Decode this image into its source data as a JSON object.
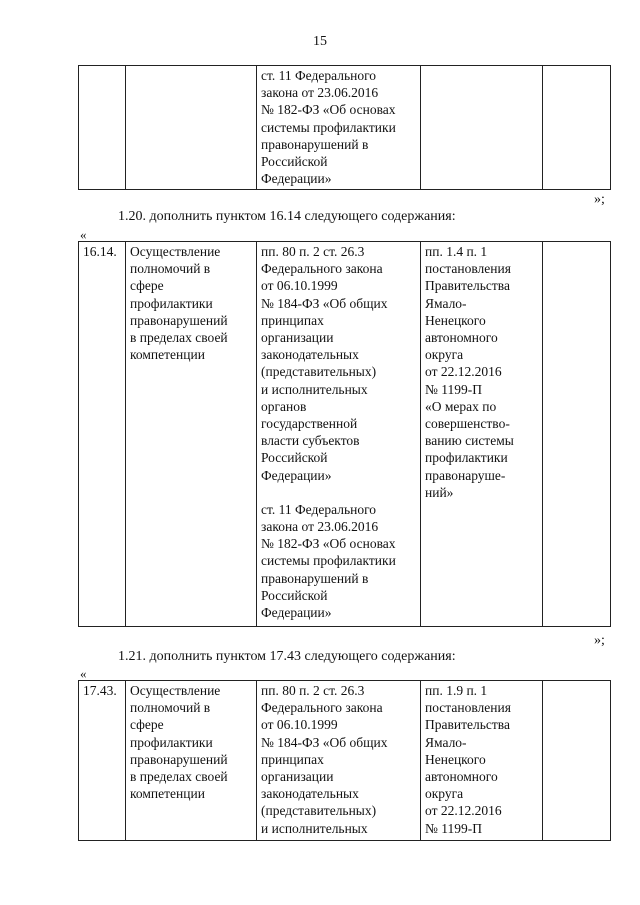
{
  "page_number": "15",
  "table_top": {
    "col3": "ст. 11 Федерального\nзакона от 23.06.2016\n№ 182-ФЗ «Об основах\nсистемы профилактики\nправонарушений в\nРоссийской\nФедерации»"
  },
  "close_quote_1": "»;",
  "amendment_1": "1.20. дополнить пунктом 16.14 следующего содержания:",
  "open_quote_1": "«",
  "row_16_14": {
    "number": "16.14.",
    "activity": "Осуществление\nполномочий в\nсфере\nпрофилактики\nправонарушений\nв пределах своей\nкомпетенции",
    "legal_basis_1": "пп. 80 п. 2 ст. 26.3\nФедерального закона\nот 06.10.1999\n№ 184-ФЗ «Об общих\nпринципах\nорганизации\nзаконодательных\n(представительных)\nи исполнительных\nорганов\nгосударственной\nвласти субъектов\nРоссийской\nФедерации»",
    "legal_basis_2": "ст. 11 Федерального\nзакона от 23.06.2016\n№ 182-ФЗ «Об основах\nсистемы профилактики\nправонарушений в\nРоссийской\nФедерации»",
    "regional_act": "пп. 1.4 п. 1\nпостановления\nПравительства\nЯмало-\nНенецкого\nавтономного\nокруга\nот 22.12.2016\n№ 1199-П\n«О мерах по\nсовершенство-\nванию системы\nпрофилактики\nправонаруше-\nний»"
  },
  "close_quote_2": "»;",
  "amendment_2": "1.21. дополнить пунктом 17.43 следующего содержания:",
  "open_quote_2": "«",
  "row_17_43": {
    "number": "17.43.",
    "activity": "Осуществление\nполномочий в\nсфере\nпрофилактики\nправонарушений\nв пределах своей\nкомпетенции",
    "legal_basis": "пп. 80 п. 2 ст. 26.3\nФедерального закона\nот 06.10.1999\n№ 184-ФЗ «Об общих\nпринципах\nорганизации\nзаконодательных\n(представительных)\nи исполнительных",
    "regional_act": "пп. 1.9 п. 1\nпостановления\nПравительства\nЯмало-\nНенецкого\nавтономного\nокруга\nот 22.12.2016\n№ 1199-П"
  }
}
